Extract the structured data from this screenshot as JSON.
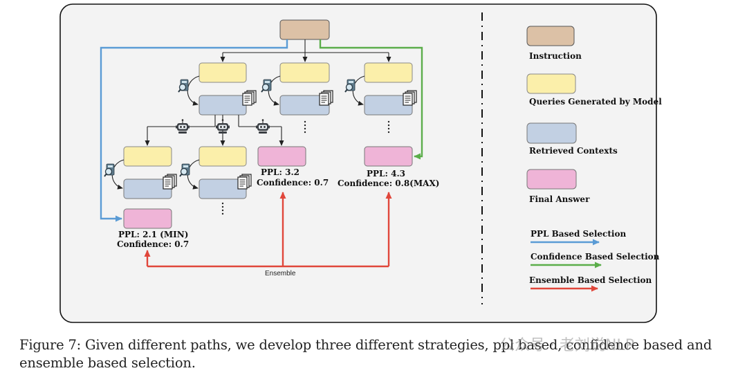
{
  "colors": {
    "instruction": "#dcc1a6",
    "query": "#fbefaa",
    "context": "#c2d0e3",
    "answer": "#efb4d7",
    "ppl_arrow": "#5a9bd5",
    "confidence_arrow": "#5bad4a",
    "ensemble_arrow": "#e0463a"
  },
  "labels": {
    "ppl_a": "PPL: 3.2",
    "conf_a": "Confidence: 0.7",
    "ppl_b": "PPL: 4.3",
    "conf_b": "Confidence: 0.8(MAX)",
    "ppl_c": "PPL: 2.1 (MIN)",
    "conf_c": "Confidence: 0.7",
    "ensemble": "Ensemble"
  },
  "legend": {
    "instruction": "Instruction",
    "queries": "Queries Generated by Model",
    "contexts": "Retrieved Contexts",
    "final_answer": "Final Answer",
    "ppl_selection": "PPL Based Selection",
    "confidence_selection": "Confidence Based Selection",
    "ensemble_selection": "Ensemble Based Selection"
  },
  "icons": [
    "search-document-icon",
    "document-stack-icon",
    "robot-icon",
    "vertical-ellipsis-icon"
  ],
  "caption": "Figure 7: Given different paths, we develop three different strategies, ppl based, confidence based and ensemble based selection.",
  "watermark": "公众号 · 老刘说NLP"
}
